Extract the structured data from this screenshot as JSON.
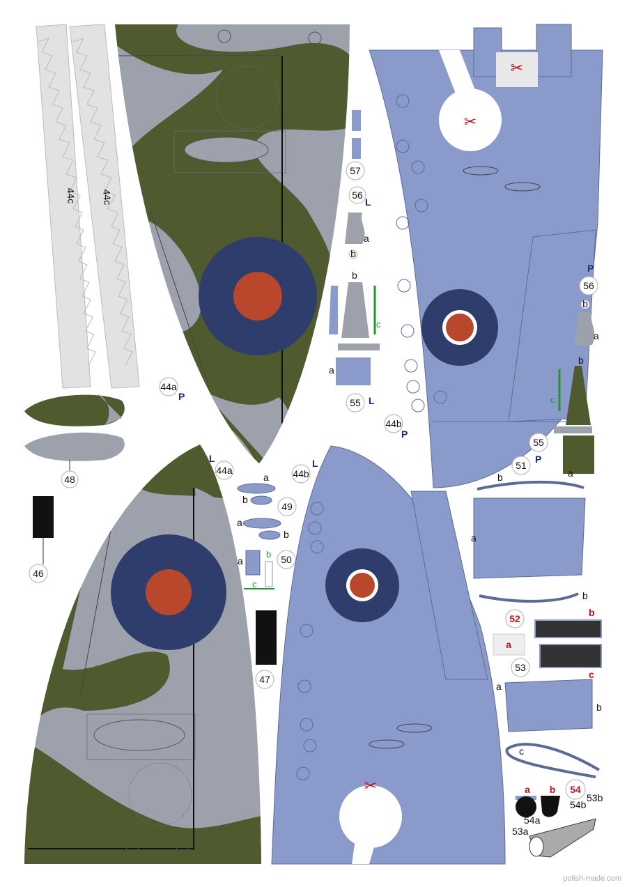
{
  "colors": {
    "camo_green": "#4f5a2e",
    "camo_gray": "#9da1ab",
    "wing_blue": "#8a9acb",
    "roundel_blue": "#2e3d6c",
    "roundel_red": "#b9472c",
    "strip_gray": "#e0e0e0"
  },
  "parts": {
    "strip_a": "44c",
    "strip_b": "44c",
    "p44a_top": "44a",
    "p44a_top_side": "P",
    "p44a_bottom": "44a",
    "p44a_bottom_side": "L",
    "p44b_top": "44b",
    "p44b_top_side": "P",
    "p44b_bottom": "44b",
    "p44b_bottom_side": "L",
    "p46": "46",
    "p47": "47",
    "p48": "48",
    "p49": "49",
    "p50": "50",
    "p51": "51",
    "p52": "52",
    "p53": "53",
    "p54": "54",
    "p55_left": "55",
    "p55_left_side": "L",
    "p55_right": "55",
    "p55_right_side": "P",
    "p56_left": "56",
    "p56_left_side": "L",
    "p56_right": "56",
    "p56_right_side": "P",
    "p57": "57"
  },
  "letters": {
    "a": "a",
    "b": "b",
    "c": "c"
  },
  "sub": {
    "s53a": "53a",
    "s53b": "53b",
    "s54a": "54a",
    "s54b": "54b"
  },
  "watermark": "polish-made.com"
}
